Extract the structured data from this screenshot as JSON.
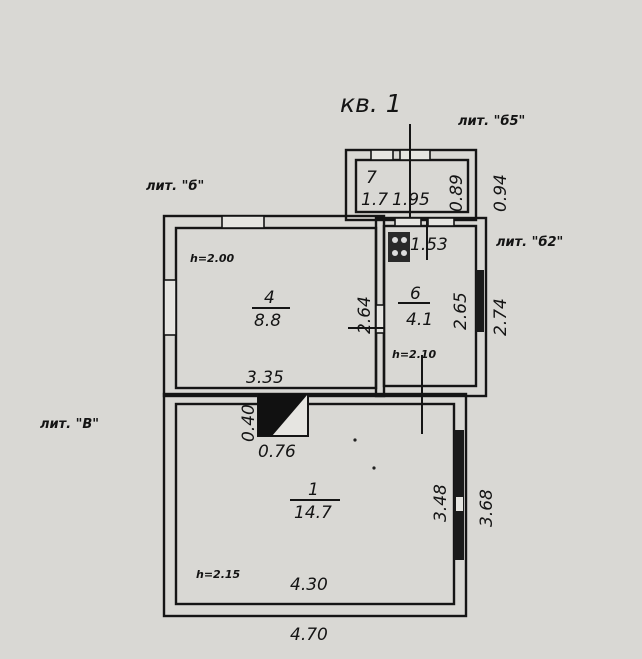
{
  "apartment_label": "кв. 1",
  "literas": {
    "b5": "лит. \"б5\"",
    "b": "лит. \"б\"",
    "b2": "лит. \"б2\"",
    "v": "лит. \"В\""
  },
  "rooms": [
    {
      "id": "room-7",
      "number": "7",
      "area": "1.7",
      "height": ""
    },
    {
      "id": "room-4",
      "number": "4",
      "area": "8.8",
      "height": "h=2.00"
    },
    {
      "id": "room-6",
      "number": "6",
      "area": "4.1",
      "height": "h=2.10"
    },
    {
      "id": "room-1",
      "number": "1",
      "area": "14.7",
      "height": "h=2.15"
    }
  ],
  "dimensions": {
    "room7_width": "1.95",
    "room7_depth_inner": "0.89",
    "room7_depth_outer": "0.94",
    "room6_width": "1.53",
    "room6_depth_inner": "2.65",
    "room6_depth_outer": "2.74",
    "room4_width": "3.35",
    "room4_depth": "2.64",
    "stove_depth": "0.40",
    "stove_width": "0.76",
    "room1_depth_inner": "3.48",
    "room1_depth_outer": "3.68",
    "room1_width_inner": "4.30",
    "room1_width_outer": "4.70"
  }
}
